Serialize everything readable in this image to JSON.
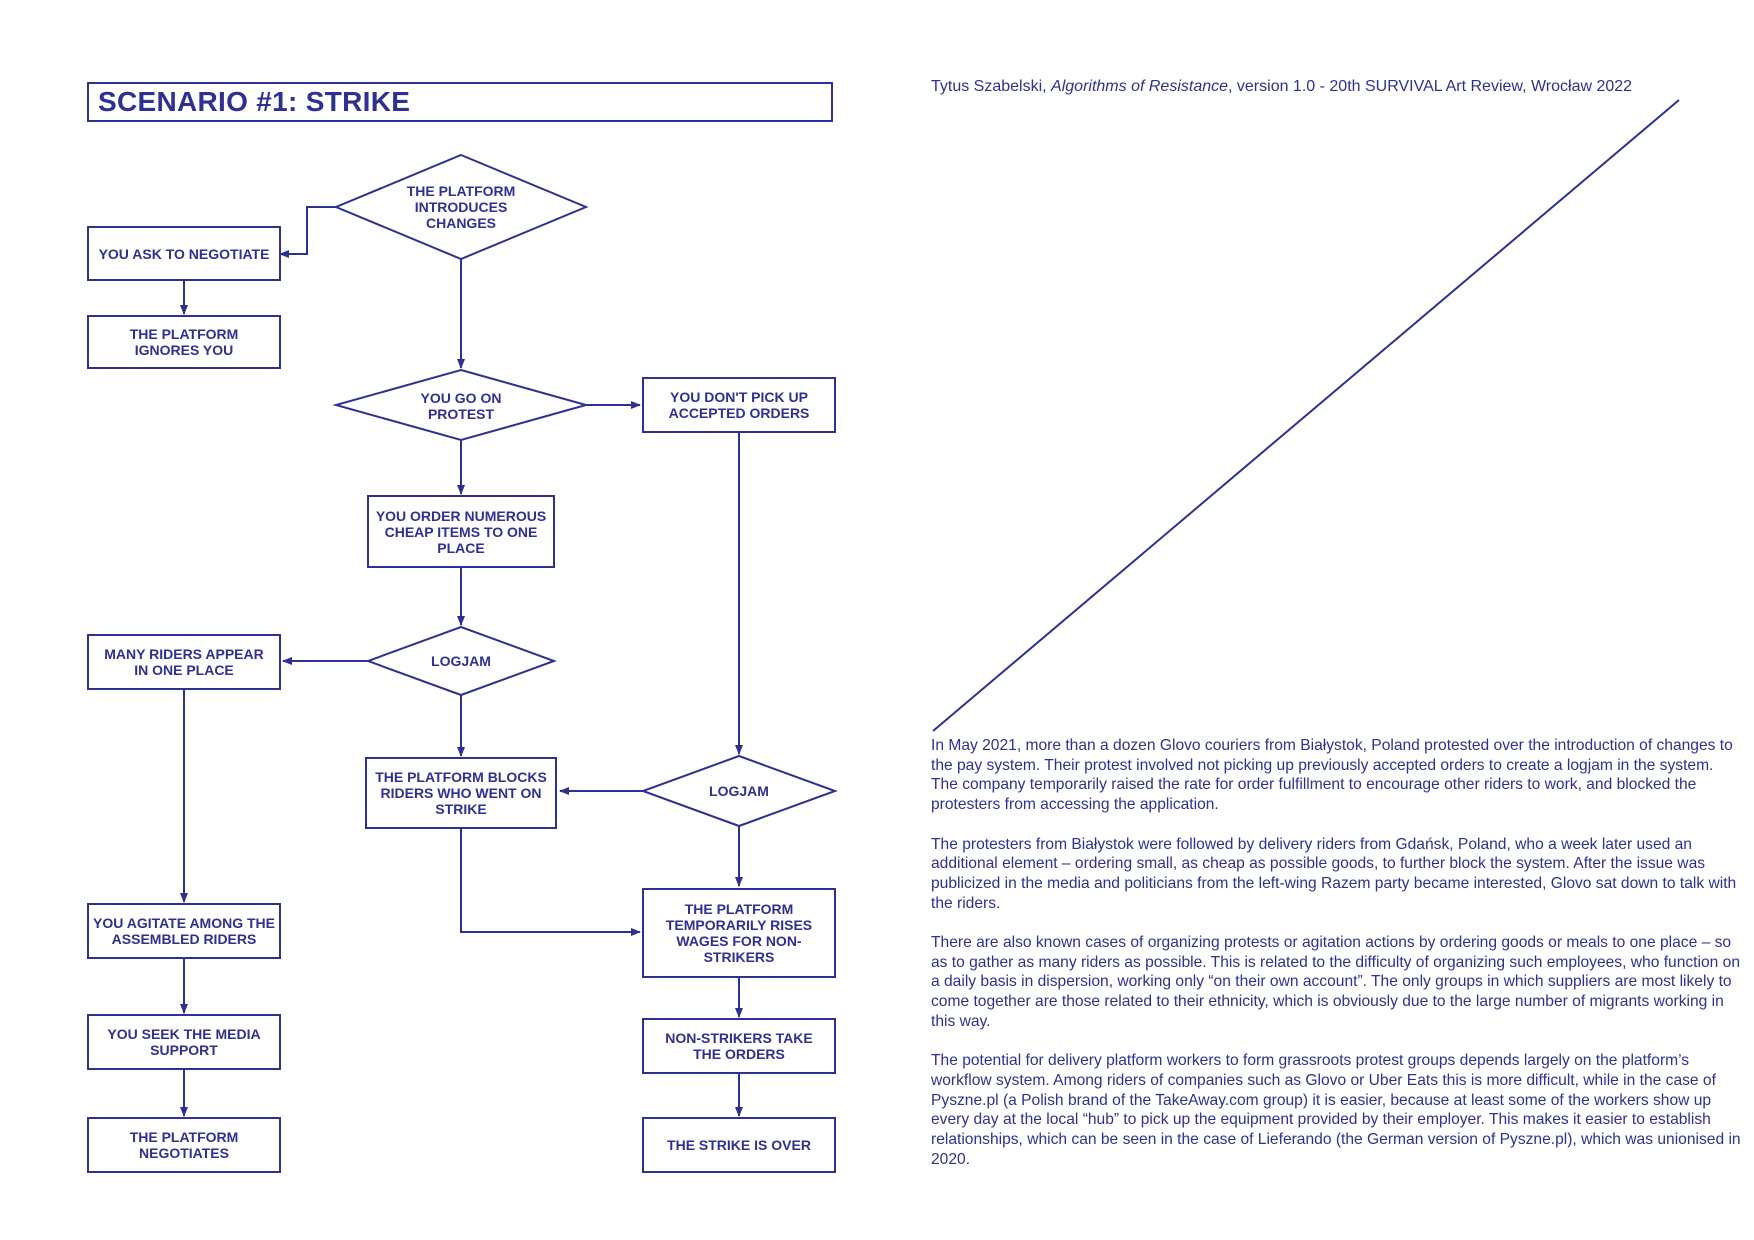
{
  "title": "SCENARIO #1: STRIKE",
  "credit": {
    "author": "Tytus Szabelski, ",
    "work": "Algorithms of Resistance",
    "rest": ", version 1.0 - 20th SURVIVAL Art Review, Wrocław 2022"
  },
  "accent_color": "#2e3192",
  "flowchart": {
    "nodes": {
      "platform_introduces_changes": "THE PLATFORM INTRODUCES CHANGES",
      "ask_to_negotiate": "YOU ASK TO NEGOTIATE",
      "platform_ignores_you": "THE PLATFORM IGNORES YOU",
      "go_on_protest": "YOU GO ON PROTEST",
      "dont_pick_up_orders": "YOU DON'T PICK UP ACCEPTED ORDERS",
      "order_cheap_items": "YOU ORDER NUMEROUS CHEAP ITEMS TO ONE PLACE",
      "many_riders_appear": "MANY RIDERS APPEAR IN ONE PLACE",
      "logjam_left": "LOGJAM",
      "platform_blocks_riders": "THE PLATFORM BLOCKS RIDERS WHO WENT ON STRIKE",
      "logjam_right": "LOGJAM",
      "agitate_riders": "YOU AGITATE AMONG THE ASSEMBLED RIDERS",
      "platform_raises_wages": "THE PLATFORM TEMPORARILY RISES WAGES FOR NON-STRIKERS",
      "seek_media_support": "YOU SEEK THE MEDIA SUPPORT",
      "non_strikers_take_orders": "NON-STRIKERS TAKE THE ORDERS",
      "platform_negotiates": "THE PLATFORM NEGOTIATES",
      "strike_is_over": "THE STRIKE IS OVER"
    }
  },
  "article": {
    "paragraphs": [
      "In May 2021, more than a dozen Glovo couriers from Białystok, Poland protested over the introduction of changes to the pay system. Their protest involved not picking up previously accepted orders to create a logjam in the system. The company temporarily raised the rate for order fulfillment to encourage other riders to work, and blocked the protesters from accessing the application.",
      "The protesters from Białystok were followed by delivery riders from Gdańsk, Poland, who a week later used an additional element – ordering small, as cheap as possible goods, to further block the system. After the issue was publicized in the media and politicians from the left-wing Razem party became interested, Glovo sat down to talk with the riders.",
      "There are also known cases of organizing protests or agitation actions by ordering goods or meals to one place – so as to gather as many riders as possible. This is related to the difficulty of organizing such employees, who function on a daily basis in dispersion, working only “on their own account”. The only groups in which suppliers are most likely to come together are those related to their ethnicity, which is obviously due to the large number of migrants working in this way.",
      "The potential for delivery platform workers to form grassroots protest groups depends largely on the platform’s workflow system. Among riders of companies such as Glovo or Uber Eats this is more difficult, while in the case of Pyszne.pl (a Polish brand of the TakeAway.com group) it is easier, because at least some of the workers show up every day at the local “hub” to pick up the equipment provided by their employer. This makes it easier to establish relationships, which can be seen in the case of Lieferando (the German version of Pyszne.pl), which was unionised in 2020."
    ]
  }
}
